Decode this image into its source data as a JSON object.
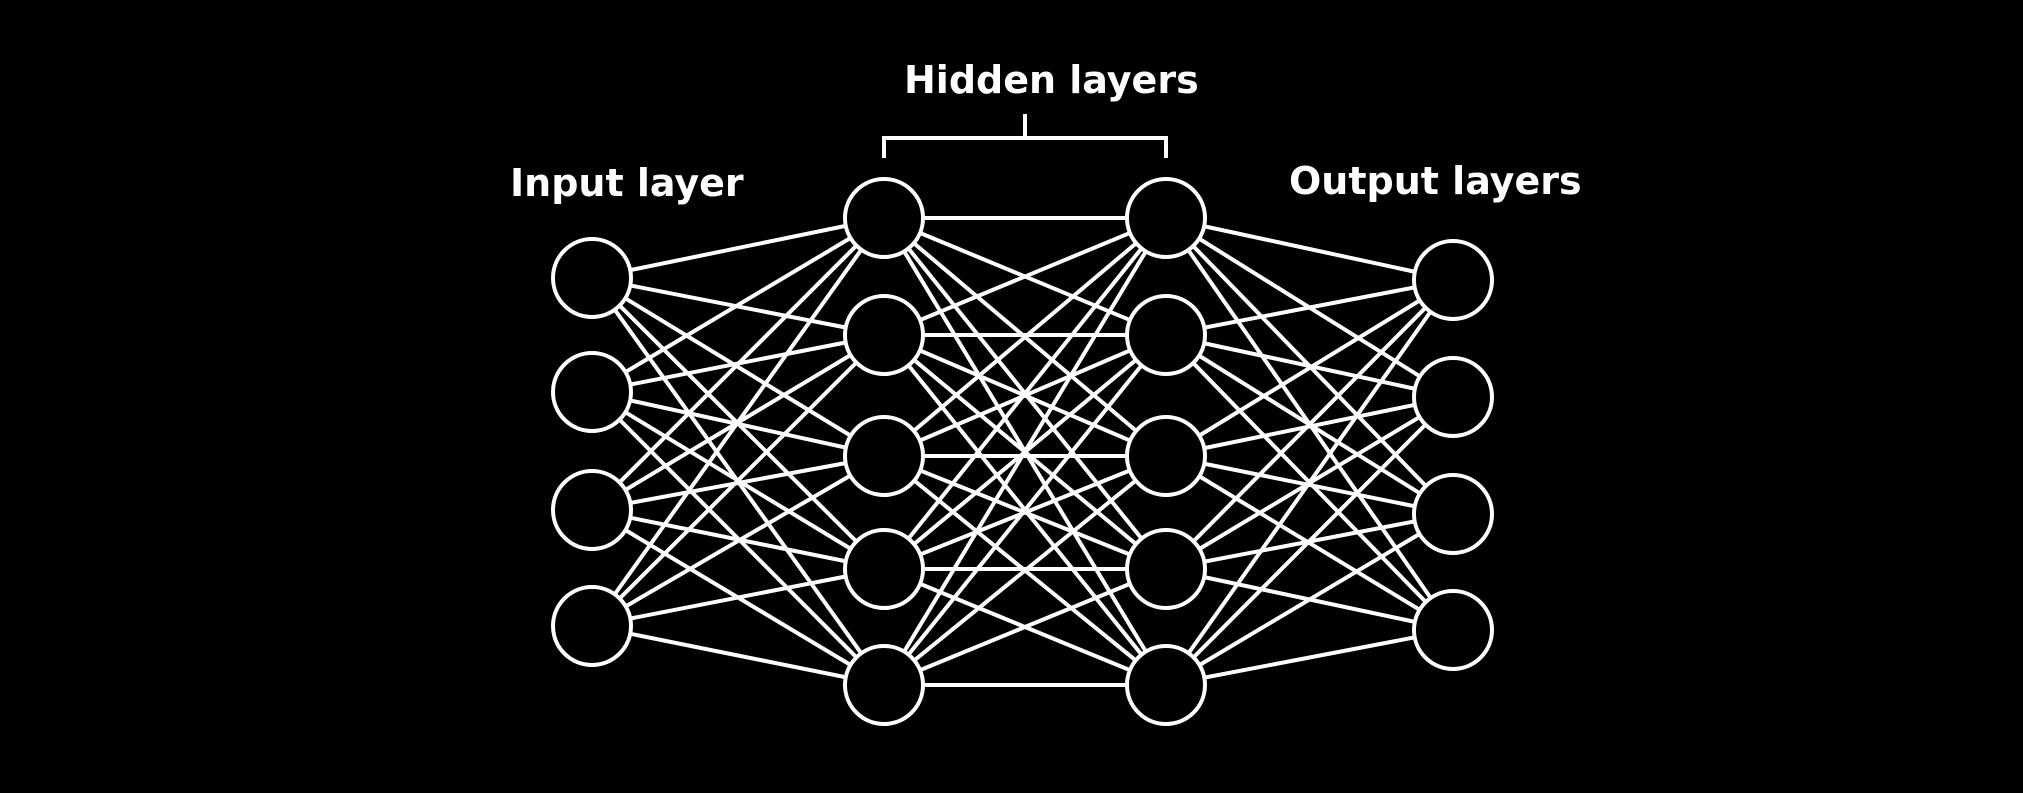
{
  "labels": {
    "input": "Input layer",
    "hidden": "Hidden layers",
    "output": "Output layers"
  },
  "network": {
    "layers": [
      {
        "name": "input",
        "nodes": 4
      },
      {
        "name": "hidden-1",
        "nodes": 5
      },
      {
        "name": "hidden-2",
        "nodes": 5
      },
      {
        "name": "output",
        "nodes": 4
      }
    ],
    "connectivity": "fully-connected"
  },
  "colors": {
    "background": "#000000",
    "stroke": "#ffffff",
    "node_fill": "#000000"
  }
}
